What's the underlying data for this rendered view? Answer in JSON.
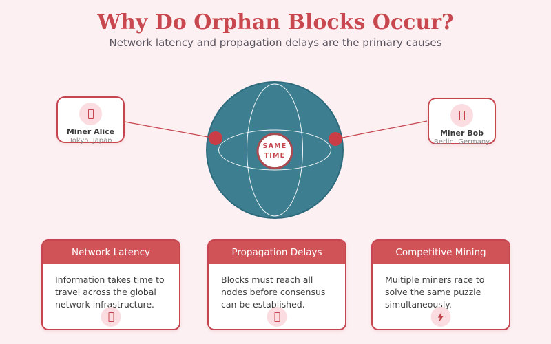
{
  "header": {
    "title": "Why Do Orphan Blocks Occur?",
    "subtitle": "Network latency and propagation delays are the primary causes"
  },
  "globe": {
    "center_label_line1": "SAME",
    "center_label_line2": "TIME"
  },
  "miners": [
    {
      "name": "Miner Alice",
      "location": "Tokyo, Japan",
      "icon": "missing-glyph-box"
    },
    {
      "name": "Miner Bob",
      "location": "Berlin, Germany",
      "icon": "missing-glyph-box"
    }
  ],
  "causes": [
    {
      "title": "Network Latency",
      "body": "Information takes time to travel across the global network infrastructure.",
      "icon": "missing-glyph-box"
    },
    {
      "title": "Propagation Delays",
      "body": "Blocks must reach all nodes before consensus can be established.",
      "icon": "missing-glyph-box"
    },
    {
      "title": "Competitive Mining",
      "body": "Multiple miners race to solve the same puzzle simultaneously.",
      "icon": "lightning-bolt"
    }
  ],
  "colors": {
    "background": "#fdf0f2",
    "accent_red": "#c5464f",
    "title_red": "#c9484f",
    "header_bar_red": "#d05358",
    "globe_teal": "#3d7e90",
    "globe_border_teal": "#2d6a7c",
    "sync_dot_red": "#cb3d46",
    "icon_circle_pink": "#fbdde1",
    "text_dark": "#3d3d3d",
    "text_gray": "#8d8d8d",
    "subtitle_gray": "#59545e"
  }
}
